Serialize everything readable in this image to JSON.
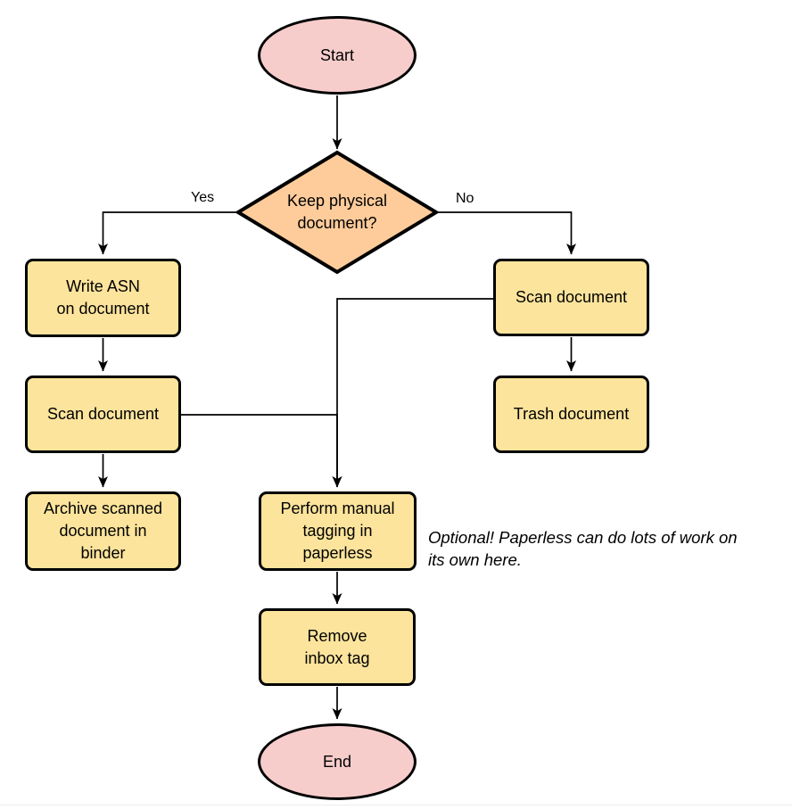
{
  "colors": {
    "background": "#ffffff",
    "stroke": "#000000",
    "terminator_fill": "#f7cdcc",
    "decision_fill": "#fecc9b",
    "process_fill": "#fce49c"
  },
  "nodes": {
    "start": {
      "label": "Start",
      "shape": "terminator"
    },
    "decision": {
      "label": "Keep physical\ndocument?",
      "shape": "decision"
    },
    "write_asn": {
      "label": "Write ASN\non document",
      "shape": "process"
    },
    "scan_left": {
      "label": "Scan document",
      "shape": "process"
    },
    "archive": {
      "label": "Archive scanned\ndocument in\nbinder",
      "shape": "process"
    },
    "scan_right": {
      "label": "Scan document",
      "shape": "process"
    },
    "trash": {
      "label": "Trash document",
      "shape": "process"
    },
    "perform_tagging": {
      "label": "Perform manual\ntagging in\npaperless",
      "shape": "process"
    },
    "remove_inbox": {
      "label": "Remove\ninbox tag",
      "shape": "process"
    },
    "end": {
      "label": "End",
      "shape": "terminator"
    }
  },
  "edge_labels": {
    "yes": "Yes",
    "no": "No"
  },
  "annotation": {
    "text": "Optional! Paperless can do lots of work on\nits own here."
  }
}
